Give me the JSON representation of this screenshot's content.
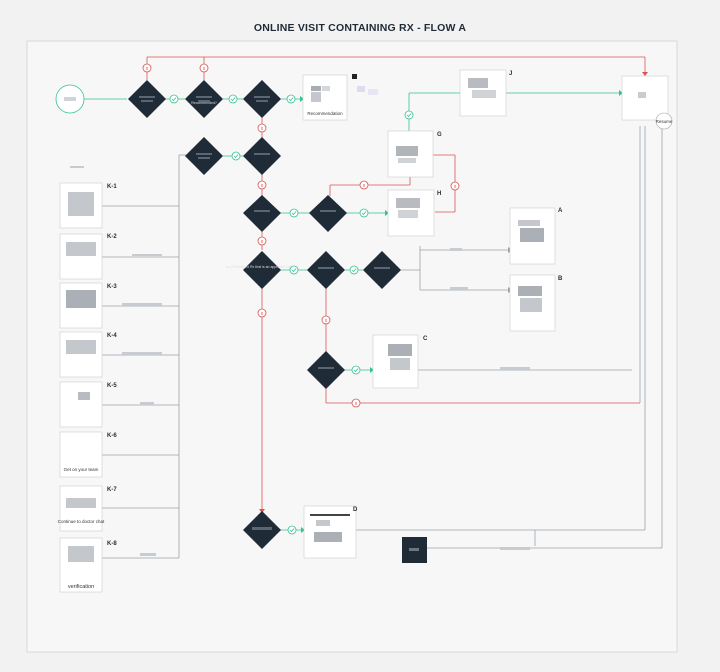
{
  "title": "ONLINE VISIT CONTAINING RX - FLOW A",
  "nodes": {
    "K1": "K-1",
    "K2": "K-2",
    "K3": "K-3",
    "K4": "K-4",
    "K5": "K-5",
    "K6": "K-6",
    "K7": "K-7",
    "K8": "K-8",
    "A": "A",
    "B": "B",
    "C": "C",
    "D": "D",
    "G": "G",
    "H": "H",
    "J": "J"
  },
  "captions": {
    "recommendation": "Recommendation",
    "resume": "Resume",
    "k6_caption": "Get on your team",
    "k7_caption": "Continue to doctor chat",
    "k8_caption": "verification",
    "d1_label": "Recommended?",
    "d2_label": "Is a Prescribed Rx that is an approved Option?"
  },
  "colors": {
    "no_path": "#d9534f",
    "yes_path": "#36c290",
    "decision": "#1f2b36",
    "flow_line": "#9aa3aa"
  },
  "legend": {
    "no_marker": "x-circle-icon",
    "yes_marker": "check-circle-icon"
  }
}
